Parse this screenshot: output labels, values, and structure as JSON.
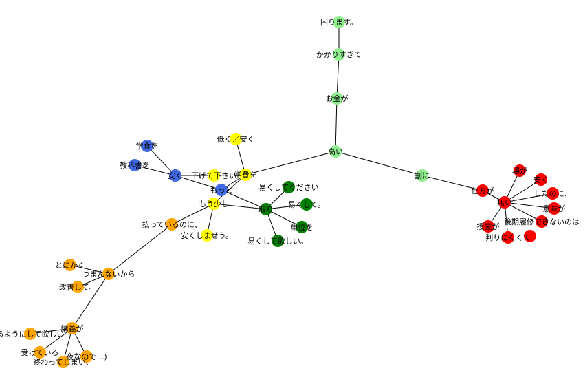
{
  "colors": {
    "lightgreen": "#90ee90",
    "green": "#008000",
    "yellow": "#ffff00",
    "royalblue": "#4169e1",
    "orange": "#ffa500",
    "red": "#ff0000"
  },
  "nodes": [
    {
      "id": "n_komari",
      "label": "困ります。",
      "color": "lightgreen"
    },
    {
      "id": "n_kakari",
      "label": "かかりすぎて",
      "color": "lightgreen"
    },
    {
      "id": "n_okane",
      "label": "お金が",
      "color": "lightgreen"
    },
    {
      "id": "n_takai",
      "label": "高い",
      "color": "lightgreen"
    },
    {
      "id": "n_wari",
      "label": "割に",
      "color": "lightgreen"
    },
    {
      "id": "n_hikuku",
      "label": "低く／安く",
      "color": "yellow"
    },
    {
      "id": "n_gakuhi",
      "label": "学費を",
      "color": "yellow"
    },
    {
      "id": "n_sagete",
      "label": "下げて下さい",
      "color": "yellow"
    },
    {
      "id": "n_mousukoshi",
      "label": "もう少し",
      "color": "yellow"
    },
    {
      "id": "n_yasukushimase",
      "label": "安くしませう。",
      "color": "yellow"
    },
    {
      "id": "n_gakushoku",
      "label": "学食を",
      "color": "royalblue"
    },
    {
      "id": "n_kyokasho",
      "label": "教科書を",
      "color": "royalblue"
    },
    {
      "id": "n_yasuku",
      "label": "安く",
      "color": "royalblue"
    },
    {
      "id": "n_motto",
      "label": "もっと",
      "color": "royalblue"
    },
    {
      "id": "n_torikudasai",
      "label": "易くしてください",
      "color": "green"
    },
    {
      "id": "n_tori",
      "label": "取り",
      "color": "green"
    },
    {
      "id": "n_yasukushite",
      "label": "易くして。",
      "color": "green"
    },
    {
      "id": "n_tani",
      "label": "単位を",
      "color": "green"
    },
    {
      "id": "n_hoshii",
      "label": "易くして欲しい。",
      "color": "green"
    },
    {
      "id": "n_haratte",
      "label": "払っているのに、",
      "color": "orange"
    },
    {
      "id": "n_tonikaku",
      "label": "とにかく",
      "color": "orange"
    },
    {
      "id": "n_tsumaranai",
      "label": "つまんないから",
      "color": "orange"
    },
    {
      "id": "n_kaizen",
      "label": "改善して。",
      "color": "orange"
    },
    {
      "id": "n_kougi",
      "label": "講義が",
      "color": "orange"
    },
    {
      "id": "n_youni",
      "label": "るようにして欲しい",
      "color": "orange"
    },
    {
      "id": "n_ukete",
      "label": "受けている",
      "color": "orange"
    },
    {
      "id": "n_owatte",
      "label": "終わってしまい、",
      "color": "orange"
    },
    {
      "id": "n_yoru",
      "label": "夜なので…)",
      "color": "orange"
    },
    {
      "id": "n_shikata",
      "label": "仕方が",
      "color": "red"
    },
    {
      "id": "n_nai",
      "label": "無い",
      "color": "red"
    },
    {
      "id": "n_baga",
      "label": "場が",
      "color": "red"
    },
    {
      "id": "n_yasuku2",
      "label": "安く",
      "color": "red"
    },
    {
      "id": "n_shitanoni",
      "label": "したのに、",
      "color": "red"
    },
    {
      "id": "n_imiga",
      "label": "意味が",
      "color": "red"
    },
    {
      "id": "n_kouki",
      "label": "後期履修できないのは",
      "color": "red"
    },
    {
      "id": "n_jugyo",
      "label": "授業が",
      "color": "red"
    },
    {
      "id": "n_wakari",
      "label": "判りにくくて",
      "color": "red"
    }
  ],
  "edges": [
    [
      "n_komari",
      "n_kakari"
    ],
    [
      "n_kakari",
      "n_okane"
    ],
    [
      "n_okane",
      "n_takai"
    ],
    [
      "n_takai",
      "n_wari"
    ],
    [
      "n_takai",
      "n_gakuhi"
    ],
    [
      "n_wari",
      "n_shikata"
    ],
    [
      "n_hikuku",
      "n_gakuhi"
    ],
    [
      "n_gakuhi",
      "n_sagete"
    ],
    [
      "n_gakuhi",
      "n_motto"
    ],
    [
      "n_gakuhi",
      "n_mousukoshi"
    ],
    [
      "n_gakushoku",
      "n_yasuku"
    ],
    [
      "n_kyokasho",
      "n_yasuku"
    ],
    [
      "n_yasuku",
      "n_sagete"
    ],
    [
      "n_yasuku",
      "n_motto"
    ],
    [
      "n_motto",
      "n_tori"
    ],
    [
      "n_mousukoshi",
      "n_tori"
    ],
    [
      "n_mousukoshi",
      "n_haratte"
    ],
    [
      "n_mousukoshi",
      "n_yasukushimase"
    ],
    [
      "n_tori",
      "n_torikudasai"
    ],
    [
      "n_tori",
      "n_yasukushite"
    ],
    [
      "n_tori",
      "n_tani"
    ],
    [
      "n_tori",
      "n_hoshii"
    ],
    [
      "n_haratte",
      "n_tsumaranai"
    ],
    [
      "n_tonikaku",
      "n_tsumaranai"
    ],
    [
      "n_kaizen",
      "n_tsumaranai"
    ],
    [
      "n_tsumaranai",
      "n_kougi"
    ],
    [
      "n_kougi",
      "n_youni"
    ],
    [
      "n_kougi",
      "n_ukete"
    ],
    [
      "n_kougi",
      "n_owatte"
    ],
    [
      "n_kougi",
      "n_yoru"
    ],
    [
      "n_shikata",
      "n_nai"
    ],
    [
      "n_nai",
      "n_baga"
    ],
    [
      "n_nai",
      "n_yasuku2"
    ],
    [
      "n_nai",
      "n_shitanoni"
    ],
    [
      "n_nai",
      "n_imiga"
    ],
    [
      "n_nai",
      "n_kouki"
    ],
    [
      "n_nai",
      "n_jugyo"
    ],
    [
      "n_nai",
      "n_wakari"
    ]
  ]
}
